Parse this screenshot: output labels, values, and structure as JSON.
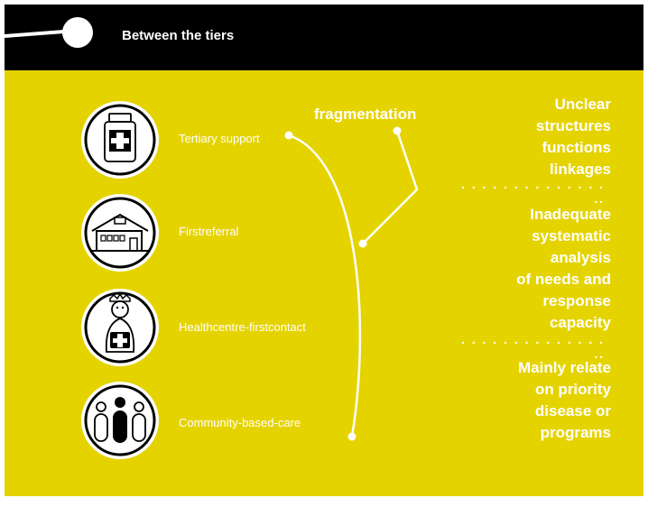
{
  "header": {
    "title": "Between the tiers"
  },
  "diagram": {
    "tiers": [
      {
        "label": "Tertiary support",
        "icon": "medicine-bottle-icon"
      },
      {
        "label": "Firstreferral",
        "icon": "hospital-building-icon"
      },
      {
        "label": "Healthcentre-firstcontact",
        "icon": "health-worker-icon"
      },
      {
        "label": "Community-based-care",
        "icon": "community-people-icon"
      }
    ],
    "fragmentation_label": "fragmentation",
    "issues": [
      {
        "lines": [
          "Unclear",
          "structures",
          "functions",
          "linkages"
        ]
      },
      {
        "lines": [
          "Inadequate",
          "systematic",
          "analysis",
          "of needs and",
          "response",
          "capacity"
        ]
      },
      {
        "lines": [
          "Mainly relate",
          "on priority",
          "disease or",
          "programs"
        ]
      }
    ],
    "separator": ". . . . . . . . . . . . . . .."
  },
  "colors": {
    "panel": "#e5d300",
    "header": "#000000",
    "foreground": "#ffffff"
  }
}
